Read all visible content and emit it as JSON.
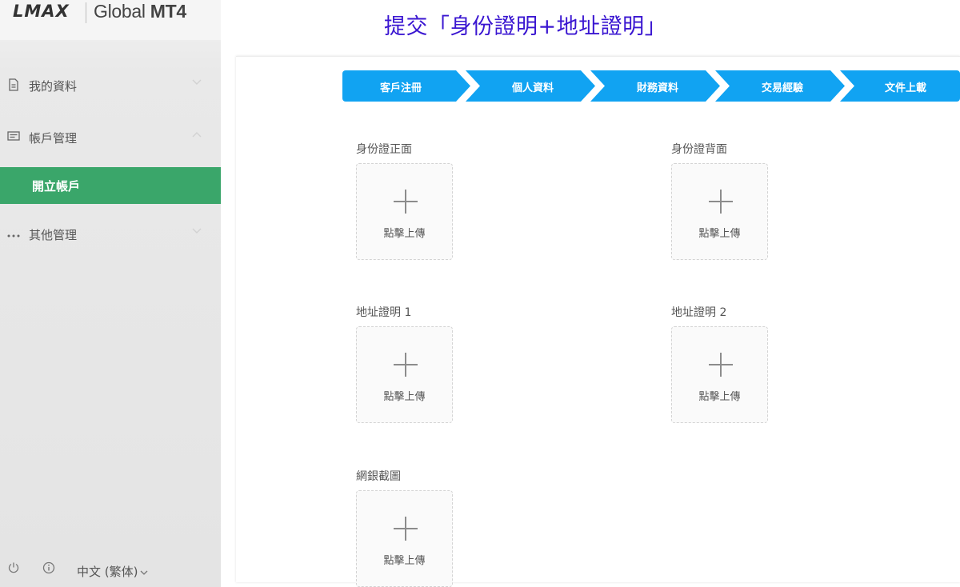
{
  "brand": {
    "logo": "LMAX",
    "product_prefix": "Global ",
    "product_bold": "MT4"
  },
  "page_title": "提交「身份證明+地址證明」",
  "sidebar": {
    "items": [
      {
        "label": "我的資料",
        "icon": "document-icon",
        "arrow": "chevron-down-icon"
      },
      {
        "label": "帳戶管理",
        "icon": "card-icon",
        "arrow": "chevron-up-icon"
      },
      {
        "label": "開立帳戶",
        "active": true
      },
      {
        "label": "其他管理",
        "icon": "more-dots-icon",
        "arrow": "chevron-down-icon"
      }
    ],
    "footer": {
      "power_icon": "power-icon",
      "info_icon": "info-icon",
      "language": "中文 (繁体)"
    }
  },
  "steps": [
    {
      "label": "客戶注冊"
    },
    {
      "label": "個人資料"
    },
    {
      "label": "財務資料"
    },
    {
      "label": "交易經驗"
    },
    {
      "label": "文件上載"
    }
  ],
  "uploads": [
    {
      "label": "身份證正面",
      "action": "點擊上傳"
    },
    {
      "label": "身份證背面",
      "action": "點擊上傳"
    },
    {
      "label": "地址證明 1",
      "action": "點擊上傳"
    },
    {
      "label": "地址證明 2",
      "action": "點擊上傳"
    },
    {
      "label": "網銀截圖",
      "action": "點擊上傳"
    }
  ],
  "colors": {
    "step_blue": "#11a3f2",
    "active_green": "#3aa66a",
    "title_purple": "#3a16d1"
  }
}
